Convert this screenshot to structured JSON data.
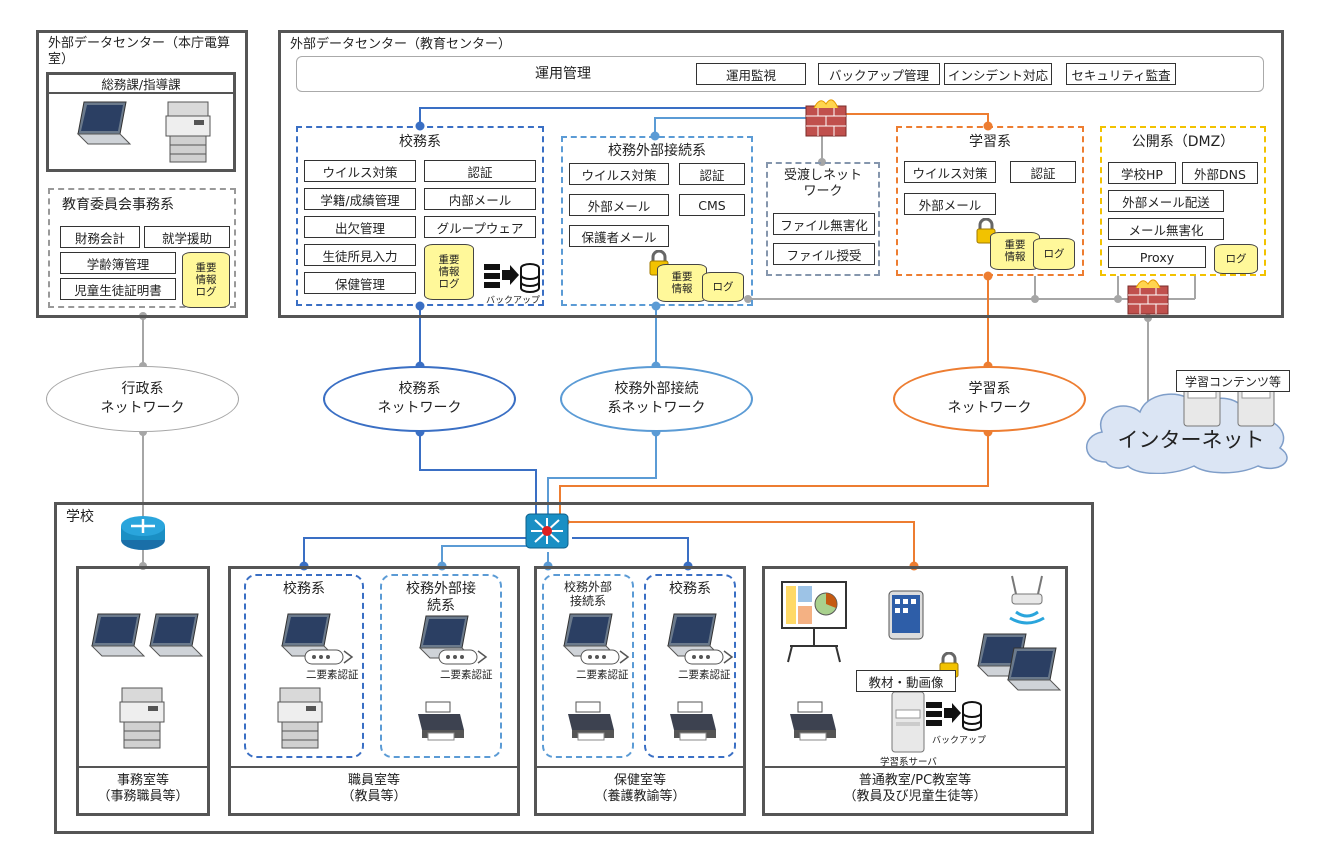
{
  "colors": {
    "kōmu": "#3a6fc4",
    "gaibu": "#5b9bd5",
    "gakushu": "#ed7d31",
    "kokai": "#f2c200",
    "gray": "#a6a6a6",
    "frame": "#555555"
  },
  "hq": {
    "title": "外部データセンター（本庁電算室）",
    "office": "総務課/指導課",
    "board": {
      "title": "教育委員会事務系",
      "items": [
        "財務会計",
        "就学援助",
        "学齢簿管理",
        "児童生徒証明書"
      ],
      "db": "重要\n情報\nログ"
    }
  },
  "edu": {
    "title": "外部データセンター（教育センター）",
    "ops": {
      "label": "運用管理",
      "items": [
        "運用監視",
        "バックアップ管理",
        "インシデント対応",
        "セキュリティ監査"
      ]
    },
    "komu": {
      "title": "校務系",
      "items": [
        "ウイルス対策",
        "認証",
        "学籍/成績管理",
        "内部メール",
        "出欠管理",
        "グループウェア",
        "生徒所見入力",
        "保健管理"
      ],
      "db": "重要\n情報\nログ",
      "backup": "バックアップ"
    },
    "gaibu": {
      "title": "校務外部接続系",
      "items": [
        "ウイルス対策",
        "認証",
        "外部メール",
        "CMS",
        "保護者メール"
      ],
      "db_top": "重要\n情報",
      "db_bottom": "ログ"
    },
    "juto": {
      "title": "受渡しネット\nワーク",
      "items": [
        "ファイル無害化",
        "ファイル授受"
      ]
    },
    "gakushu": {
      "title": "学習系",
      "items": [
        "ウイルス対策",
        "認証",
        "外部メール"
      ],
      "db_top": "重要\n情報",
      "db_bottom": "ログ"
    },
    "kokai": {
      "title": "公開系（DMZ）",
      "items": [
        "学校HP",
        "外部DNS",
        "外部メール配送",
        "メール無害化",
        "Proxy"
      ],
      "db": "ログ"
    }
  },
  "networks": [
    {
      "label": "行政系\nネットワーク"
    },
    {
      "label": "校務系\nネットワーク"
    },
    {
      "label": "校務外部接続\n系ネットワーク"
    },
    {
      "label": "学習系\nネットワーク"
    }
  ],
  "internet": {
    "label": "インターネット",
    "content": "学習コンテンツ等"
  },
  "school": {
    "title": "学校",
    "rooms": [
      {
        "label": "事務室等\n（事務職員等）"
      },
      {
        "label": "職員室等\n（教員等）"
      },
      {
        "label": "保健室等\n（養護教諭等）"
      },
      {
        "label": "普通教室/PC教室等\n（教員及び児童生徒等）"
      }
    ],
    "staff_komu": "校務系",
    "staff_gaibu": "校務外部接\n続系",
    "health_gaibu": "校務外部\n接続系",
    "health_komu": "校務系",
    "two_factor": "二要素認証",
    "material": "教材・動画像",
    "backup": "バックアップ",
    "server": "学習系サーバ"
  }
}
